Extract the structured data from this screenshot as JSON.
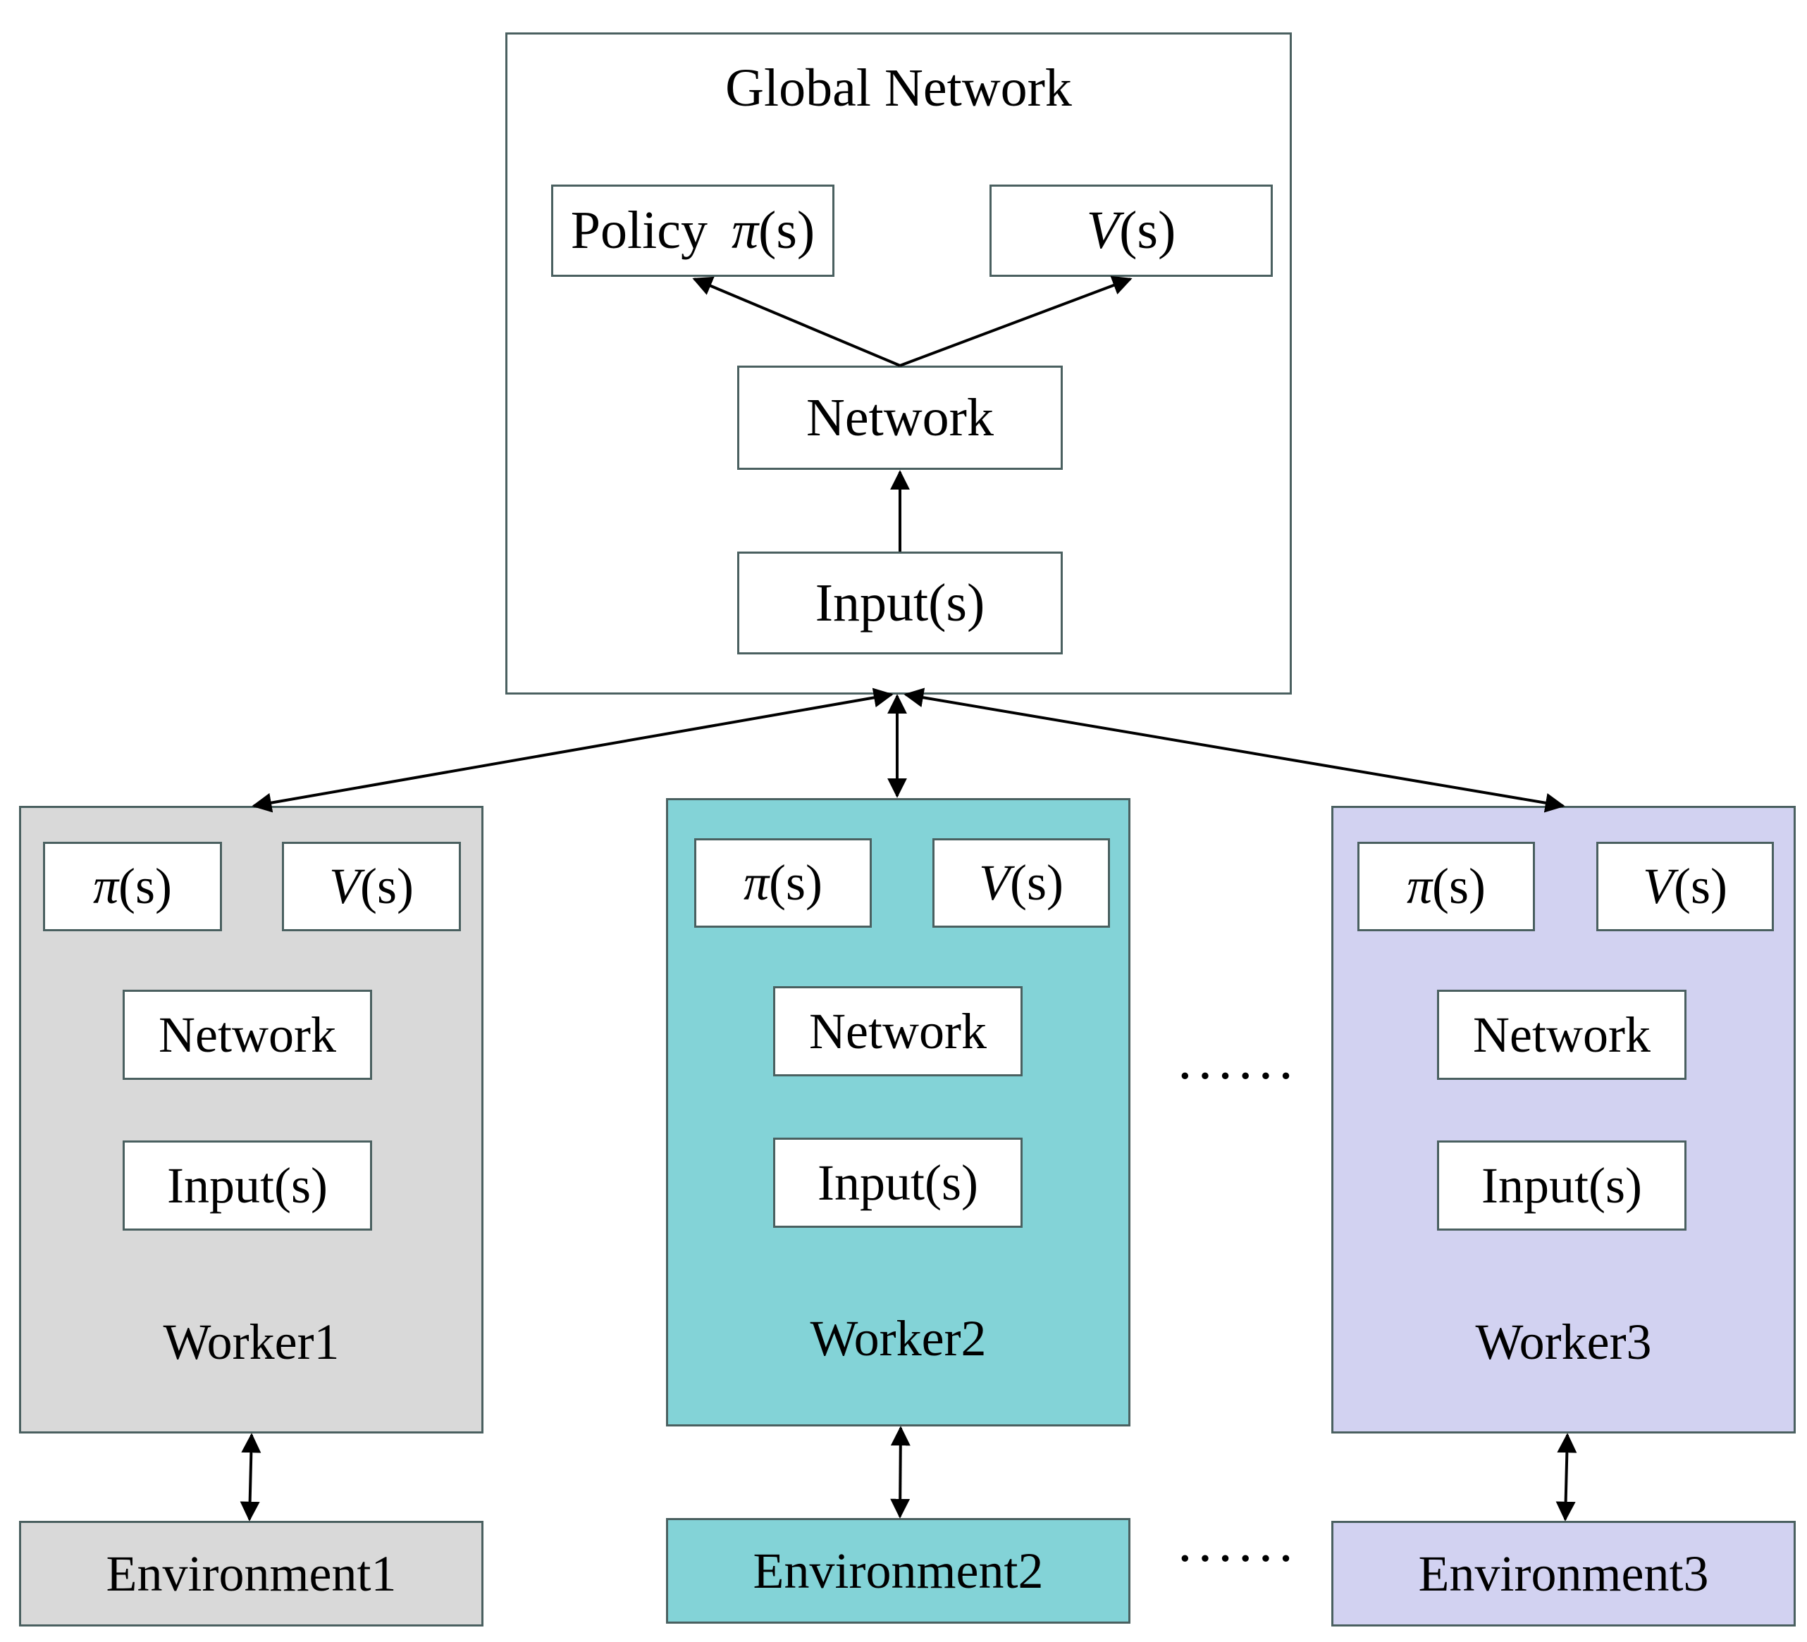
{
  "colors": {
    "border": "#4a6060",
    "worker1_fill": "#d9d9d9",
    "worker2_fill": "#83d3d7",
    "worker3_fill": "#d2d2f1",
    "arrow": "#000000"
  },
  "global": {
    "title": "Global Network",
    "policy_word": "Policy",
    "policy_fn": "π",
    "value_fn": "V",
    "arg": "(s)",
    "network": "Network",
    "input": "Input(s)"
  },
  "workers": [
    {
      "pi": "π",
      "v": "V",
      "arg": "(s)",
      "network": "Network",
      "input": "Input(s)",
      "label": "Worker1",
      "environment": "Environment1"
    },
    {
      "pi": "π",
      "v": "V",
      "arg": "(s)",
      "network": "Network",
      "input": "Input(s)",
      "label": "Worker2",
      "environment": "Environment2"
    },
    {
      "pi": "π",
      "v": "V",
      "arg": "(s)",
      "network": "Network",
      "input": "Input(s)",
      "label": "Worker3",
      "environment": "Environment3"
    }
  ],
  "ellipsis": "······"
}
